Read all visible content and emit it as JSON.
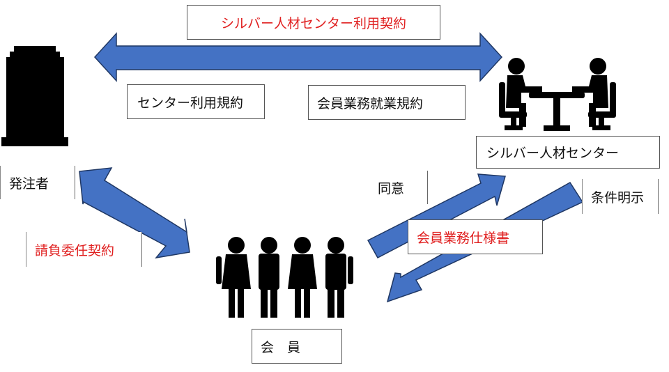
{
  "diagram": {
    "title_contract": "シルバー人材センター利用契約",
    "rules_center": "センター利用規約",
    "rules_member_work": "会員業務就業規約",
    "node_client": "発注者",
    "node_center": "シルバー人材センター",
    "node_members": "会　員",
    "contract_client_member": "請負委任契約",
    "consent": "同意",
    "conditions": "条件明示",
    "spec": "会員業務仕様書"
  },
  "icons": {
    "client": "building-icon",
    "center": "meeting-table-icon",
    "members": "group-of-people-icon"
  },
  "colors": {
    "arrow_fill": "#4472c4",
    "arrow_stroke": "#1f3763",
    "highlight_text": "#e02020"
  }
}
